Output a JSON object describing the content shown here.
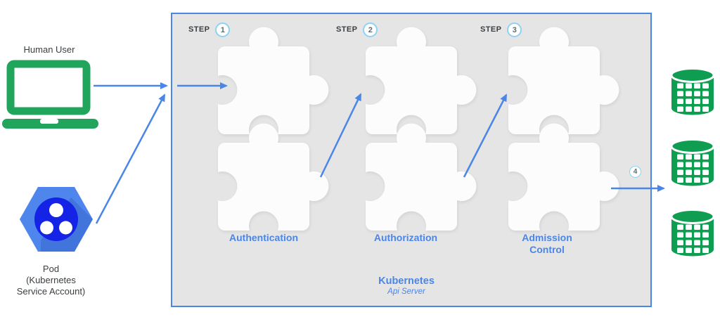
{
  "actors": {
    "human_user": {
      "label": "Human User"
    },
    "pod": {
      "label_lines": [
        "Pod",
        "(Kubernetes",
        "Service Account)"
      ]
    }
  },
  "api_server": {
    "title": "Kubernetes",
    "subtitle": "Api Server",
    "steps": [
      {
        "prefix": "STEP",
        "number": "1",
        "stage": "Authentication"
      },
      {
        "prefix": "STEP",
        "number": "2",
        "stage": "Authorization"
      },
      {
        "prefix": "STEP",
        "number": "3",
        "stage": "Admission Control"
      }
    ],
    "output_step": {
      "number": "4"
    }
  },
  "storage": {
    "database_count": 3
  },
  "icons": {
    "human_user": "laptop-icon",
    "pod": "pod-hexagon-icon",
    "storage": "database-icon",
    "stages": "puzzle-piece-icon",
    "flow": "arrow-icon"
  },
  "colors": {
    "accent_blue": "#4a86e8",
    "box_fill": "#e5e5e6",
    "badge_ring": "#8ed2f2",
    "laptop_green": "#21a45c",
    "database_green": "#0f9d52",
    "pod_hexagon_blue": "#4e86ee",
    "pod_circle_blue": "#1423e6",
    "step_text": "#3c4043"
  }
}
